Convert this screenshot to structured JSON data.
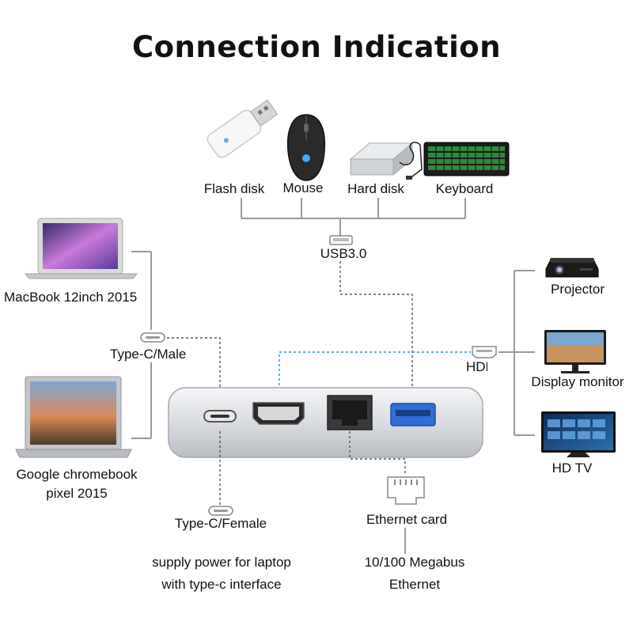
{
  "title": "Connection Indication",
  "usb_devices": {
    "flash_disk": "Flash disk",
    "mouse": "Mouse",
    "hard_disk": "Hard disk",
    "keyboard": "Keyboard"
  },
  "usb_port_label": "USB3.0",
  "laptops": {
    "macbook": "MacBook 12inch 2015",
    "chromebook_line1": "Google chromebook",
    "chromebook_line2": "pixel 2015"
  },
  "type_c_male": "Type-C/Male",
  "hdmi_label": "HDMI",
  "displays": {
    "projector": "Projector",
    "monitor": "Display monitor",
    "tv": "HD TV"
  },
  "type_c_female": "Type-C/Female",
  "supply_line1": "supply power for laptop",
  "supply_line2": "with type-c interface",
  "ethernet_card": "Ethernet card",
  "ethernet_line1": "10/100 Megabus",
  "ethernet_line2": "Ethernet"
}
